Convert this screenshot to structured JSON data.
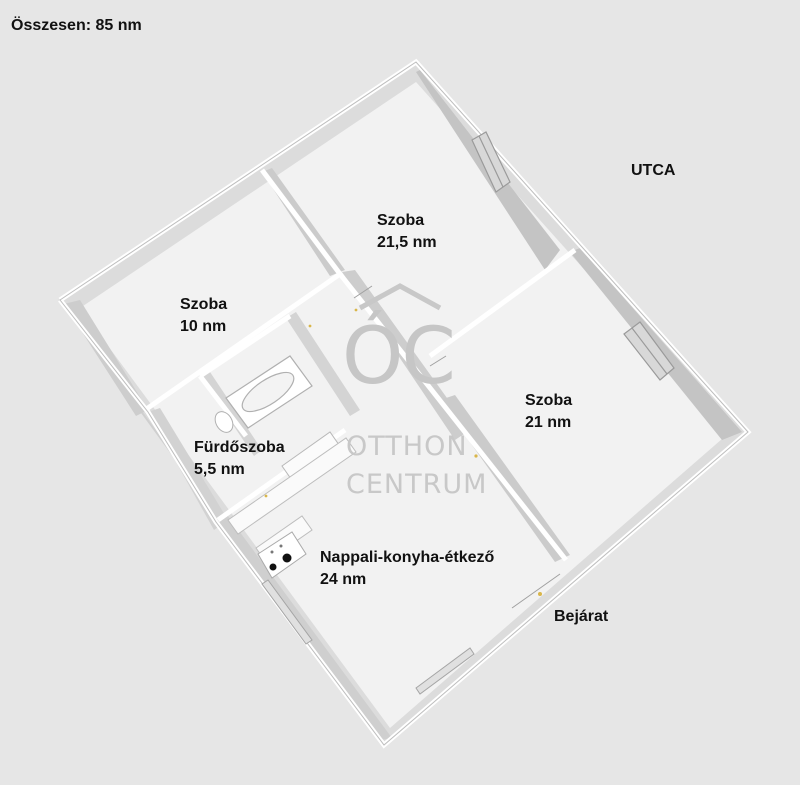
{
  "total": "Összesen: 85 nm",
  "street": "UTCA",
  "entrance": "Bejárat",
  "rooms": [
    {
      "name": "Szoba",
      "area": "21,5 nm"
    },
    {
      "name": "Szoba",
      "area": "10 nm"
    },
    {
      "name": "Szoba",
      "area": "21 nm"
    },
    {
      "name": "Fürdőszoba",
      "area": "5,5 nm"
    },
    {
      "name": "Nappali-konyha-étkező",
      "area": "24 nm"
    }
  ],
  "watermark": {
    "logo": "ÓC",
    "line1": "OTTHON",
    "line2": "CENTRUM"
  },
  "colors": {
    "background": "#e6e6e6",
    "floor": "#f4f4f4",
    "wall_top": "#ffffff",
    "wall_shade": "#c2c2c2",
    "watermark": "#c8c8c8"
  }
}
